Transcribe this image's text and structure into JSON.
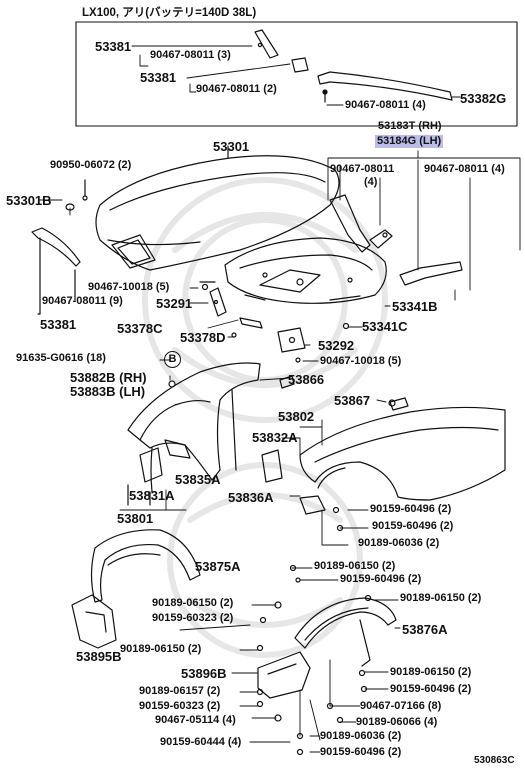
{
  "header": {
    "text": "LX100, アリ(バッテリ=140D 38L)"
  },
  "footer": {
    "code": "530863C"
  },
  "colors": {
    "highlight": "#b9bde8",
    "ink": "#111111",
    "watermark": "#e6e6e6"
  },
  "labels": {
    "p53381_a": "53381",
    "s90467_08011_3": "90467-08011 (3)",
    "p53381_b": "53381",
    "s90467_08011_2": "90467-08011 (2)",
    "s90467_08011_4_top": "90467-08011 (4)",
    "p53382G": "53382G",
    "p53183T": "53183T (RH)",
    "p53184G": "53184G (LH)",
    "p53301": "53301",
    "s90950_06072": "90950-06072 (2)",
    "p53301B": "53301B",
    "s90467_08011_right_a": "90467-08011",
    "s_count4": "(4)",
    "s90467_08011_4_right": "90467-08011 (4)",
    "s90467_10018_5_a": "90467-10018 (5)",
    "s90467_08011_9": "90467-08011 (9)",
    "p53291": "53291",
    "p53381_c": "53381",
    "p53341B": "53341B",
    "p53378C": "53378C",
    "p53378D": "53378D",
    "p53341C": "53341C",
    "p53292": "53292",
    "s91635_G0616": "91635-G0616 (18)",
    "ref_B": "B",
    "s90467_10018_5_b": "90467-10018 (5)",
    "p53882B": "53882B (RH)",
    "p53883B": "53883B (LH)",
    "p53866": "53866",
    "p53867": "53867",
    "p53802": "53802",
    "p53832A": "53832A",
    "p53835A": "53835A",
    "p53831A": "53831A",
    "p53836A": "53836A",
    "p53801": "53801",
    "s90159_60496_2_a": "90159-60496 (2)",
    "s90159_60496_2_b": "90159-60496 (2)",
    "s90189_06036_2_a": "90189-06036 (2)",
    "p53875A": "53875A",
    "s90189_06150_2_a": "90189-06150 (2)",
    "s90159_60496_2_c": "90159-60496 (2)",
    "s90189_06150_2_b": "90189-06150 (2)",
    "s90189_06150_2_c": "90189-06150 (2)",
    "s90159_60323_2_a": "90159-60323 (2)",
    "p53876A": "53876A",
    "p53895B": "53895B",
    "s90189_06150_2_d": "90189-06150 (2)",
    "p53896B": "53896B",
    "s90189_06150_2_e": "90189-06150 (2)",
    "s90189_06157_2": "90189-06157 (2)",
    "s90159_60496_2_d": "90159-60496 (2)",
    "s90159_60323_2_b": "90159-60323 (2)",
    "s90467_07166_8": "90467-07166 (8)",
    "s90467_05114_4": "90467-05114 (4)",
    "s90189_06066_4": "90189-06066 (4)",
    "s90159_60444_4": "90159-60444 (4)",
    "s90189_06036_2_b": "90189-06036 (2)",
    "s90159_60496_2_e": "90159-60496 (2)"
  }
}
